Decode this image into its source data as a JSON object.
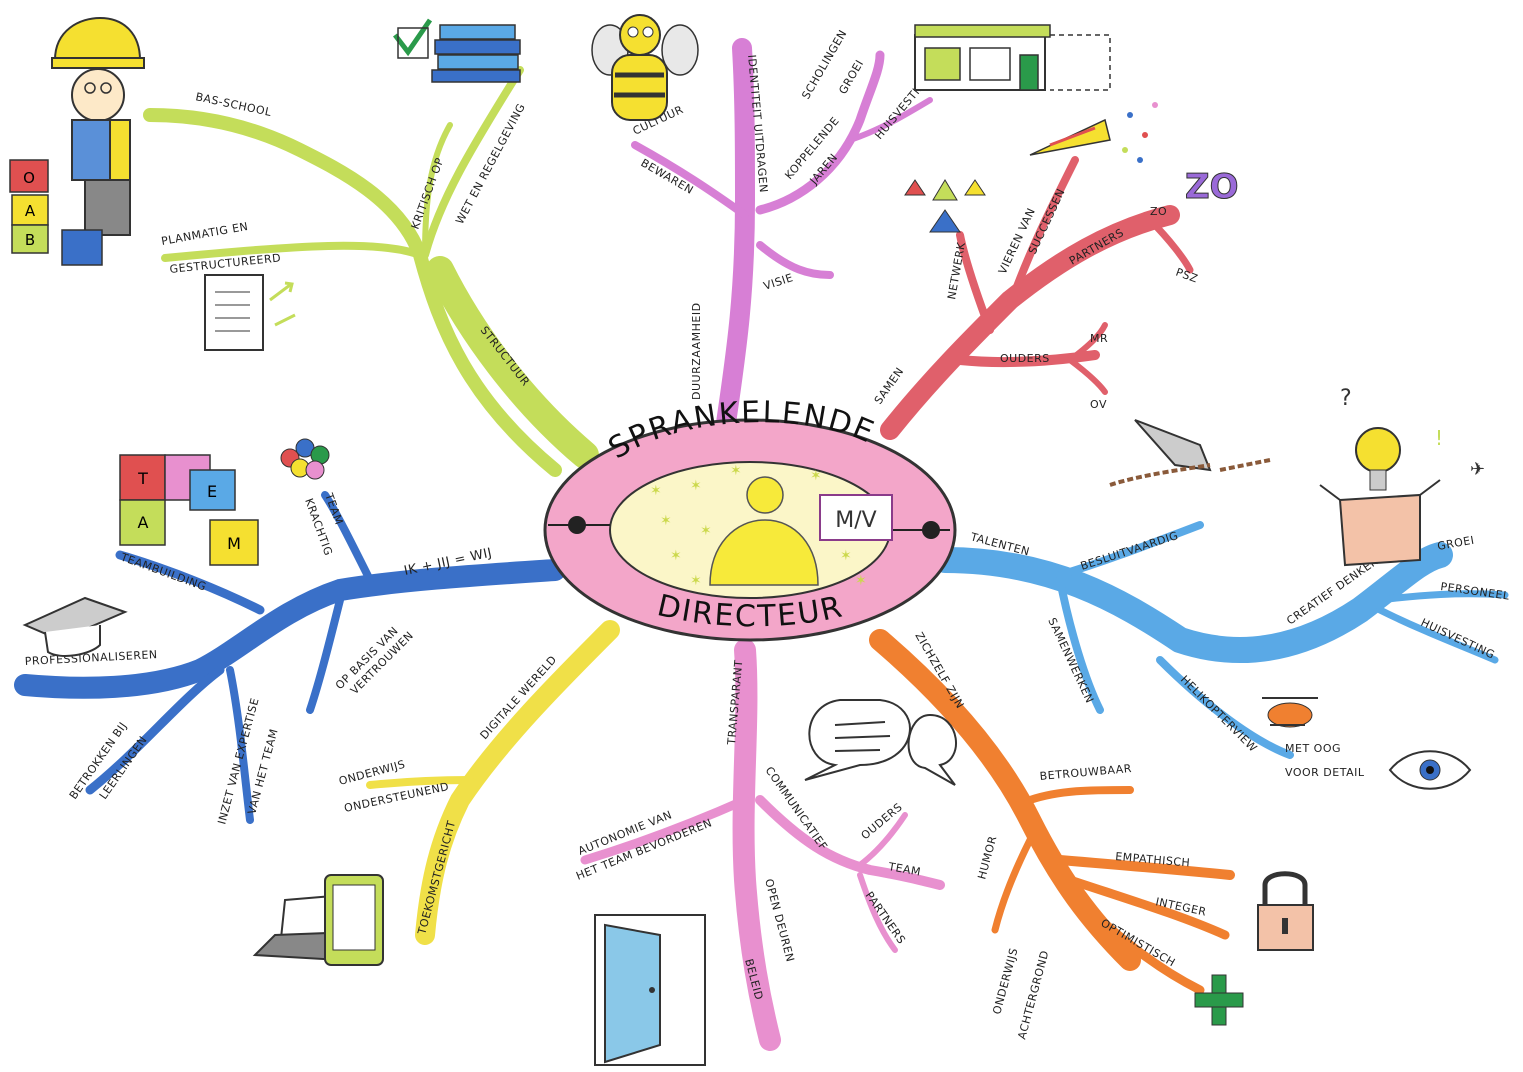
{
  "center": {
    "top": "SPRANKELENDE",
    "bottom": "DIRECTEUR",
    "badge": "M/V"
  },
  "branches": {
    "structuur": {
      "label": "STRUCTUUR",
      "color": "#c4dd5a",
      "subs": [
        "BAS-SCHOOL",
        "PLANMATIG EN",
        "GESTRUCTUREERD",
        "KRITISCH OP",
        "WET EN REGELGEVING"
      ]
    },
    "duurzaamheid": {
      "label": "DUURZAAMHEID",
      "color": "#d77fd5",
      "subs": [
        "CULTUUR",
        "BEWAREN",
        "IDENTITEIT UITDRAGEN",
        "VISIE",
        "SCHOLINGEN",
        "GROEI",
        "KOPPELENDE",
        "JAREN",
        "HUISVESTING"
      ]
    },
    "samen": {
      "label": "SAMEN",
      "color": "#e0606b",
      "subs": [
        "NETWERK",
        "VIEREN VAN",
        "SUCCESSEN",
        "PARTNERS",
        "ZO",
        "PSZ",
        "OUDERS",
        "MR",
        "OV"
      ]
    },
    "talenten": {
      "label": "TALENTEN",
      "color": "#5aa9e6",
      "subs": [
        "BESLUITVAARDIG",
        "SAMENWERKEN",
        "CREATIEF DENKEN",
        "GROEI",
        "PERSONEEL",
        "HUISVESTING",
        "HELIKOPTERVIEW",
        "MET OOG",
        "VOOR DETAIL"
      ]
    },
    "zichzelf": {
      "label": "ZICHZELF ZIJN",
      "color": "#f08030",
      "subs": [
        "BETROUWBAAR",
        "EMPATHISCH",
        "INTEGER",
        "OPTIMISTISCH",
        "HUMOR",
        "ONDERWIJS",
        "ACHTERGROND"
      ]
    },
    "transparant": {
      "label": "TRANSPARANT",
      "color": "#e890cf",
      "subs": [
        "AUTONOMIE VAN",
        "HET TEAM BEVORDEREN",
        "COMMUNICATIEF",
        "OUDERS",
        "TEAM",
        "PARTNERS",
        "OPEN DEUREN",
        "BELEID"
      ]
    },
    "digitale": {
      "label": "DIGITALE WERELD",
      "color": "#f0e048",
      "subs": [
        "ONDERWIJS",
        "ONDERSTEUNEND",
        "TOEKOMSTGERICHT"
      ]
    },
    "team": {
      "label": "IK + JIJ = WIJ",
      "color": "#3a70c8",
      "subs": [
        "TEAM",
        "KRACHTIG",
        "TEAMBUILDING",
        "PROFESSIONALISEREN",
        "OP BASIS VAN",
        "VERTROUWEN",
        "BETROKKEN BIJ",
        "LEERLINGEN",
        "INZET VAN EXPERTISE",
        "VAN HET TEAM"
      ]
    }
  },
  "icons": {
    "puzzle_letters": [
      "T",
      "E",
      "A",
      "M"
    ],
    "blocks_letters": [
      "O",
      "A",
      "B"
    ],
    "zo_text": "ZO"
  }
}
